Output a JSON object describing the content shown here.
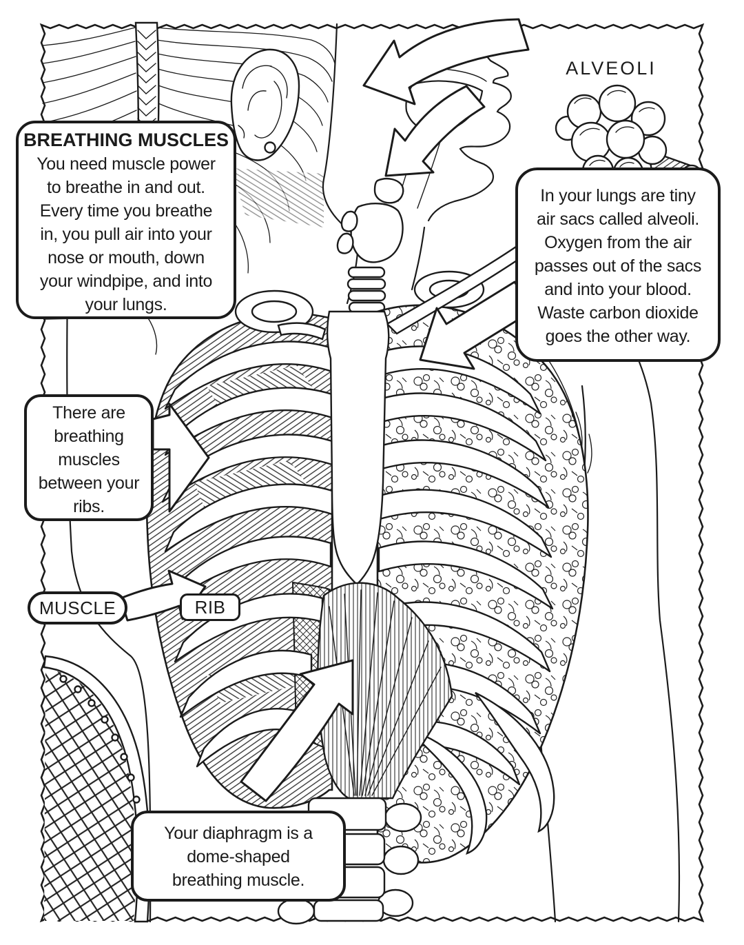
{
  "palette": {
    "ink": "#1b1b1b",
    "paper": "#ffffff"
  },
  "boxes": {
    "breathing_muscles": {
      "title": "BREATHING MUSCLES",
      "lines": [
        "You need muscle power",
        "to breathe in and out.",
        "Every time you breathe",
        "in, you pull air into your",
        "nose or mouth, down",
        "your windpipe, and into",
        "your lungs."
      ]
    },
    "alveoli_info": {
      "lines": [
        "In your lungs are tiny",
        "air sacs called alveoli.",
        "Oxygen from the air",
        "passes out of the sacs",
        "and into your blood.",
        "Waste carbon dioxide",
        "goes the other way."
      ]
    },
    "rib_muscles": {
      "lines": [
        "There are",
        "breathing",
        "muscles",
        "between your",
        "ribs."
      ]
    },
    "diaphragm": {
      "lines": [
        "Your diaphragm is a",
        "dome-shaped",
        "breathing muscle."
      ]
    }
  },
  "labels": {
    "alveoli": "ALVEOLI",
    "muscle": "MUSCLE",
    "rib": "RIB"
  }
}
